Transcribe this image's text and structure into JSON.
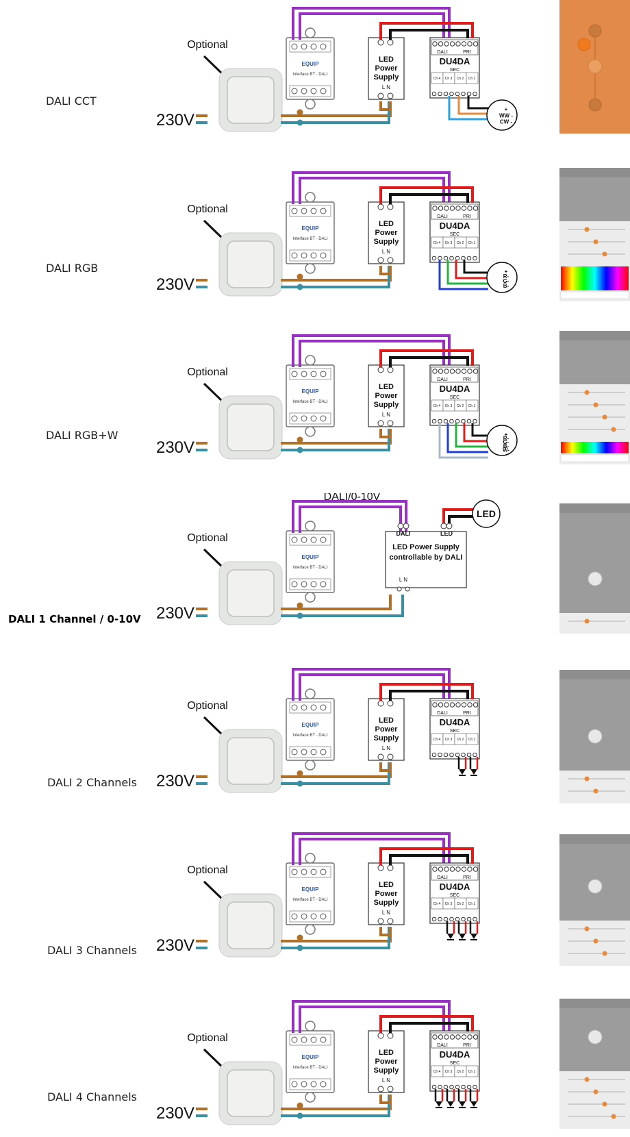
{
  "colors": {
    "purple": "#9a2fc5",
    "red": "#e01b1b",
    "black": "#111111",
    "brown": "#b0702a",
    "teal": "#3a8fa3",
    "orange": "#e9893a",
    "blue": "#1f3fd8",
    "green": "#22b43c",
    "lightblue": "#2aa3e0",
    "grey": "#a8b8c8"
  },
  "labels": {
    "optional": "Optional",
    "voltage": "230V",
    "psu_line1": "LED",
    "psu_line2": "Power",
    "psu_line3": "Supply",
    "psu_ln": "L N",
    "du_title": "DU4DA",
    "du_sec": "SEC",
    "du_dali": "DALI",
    "du_pri": "PRI",
    "du_ch4": "Ch 4",
    "du_ch3": "Ch 3",
    "du_ch2": "Ch 2",
    "du_ch1": "Ch 1",
    "ifc_brand": "EQUIP",
    "ifc_text": "Interface BT · DALI"
  },
  "rows": [
    {
      "label": "DALI CCT",
      "bold": false,
      "load": "cct",
      "load_text": [
        "+",
        "WW -",
        "CW -"
      ],
      "screen": "orange"
    },
    {
      "label": "DALI RGB",
      "bold": false,
      "load": "rgb",
      "load_text": [
        "+",
        "R-",
        "G-",
        "B-"
      ],
      "screen": "rgb"
    },
    {
      "label": "DALI RGB+W",
      "bold": false,
      "load": "rgbw",
      "load_text": [
        "+",
        "R-",
        "G-",
        "B-",
        "W-"
      ],
      "screen": "rgbw"
    },
    {
      "label": "DALI 1 Channel / 0-10V",
      "bold": true,
      "load": "dali",
      "load_text": [
        "LED"
      ],
      "screen": "single",
      "dali_title": "DALI/0-10V",
      "dali_psu": [
        "LED Power Supply",
        "controllable by DALI"
      ],
      "dali_term": "DALI",
      "dali_led": "LED"
    },
    {
      "label": "DALI 2 Channels",
      "bold": false,
      "load": "ch2",
      "load_text": [],
      "screen": "two"
    },
    {
      "label": "DALI 3 Channels",
      "bold": false,
      "load": "ch3",
      "load_text": [],
      "screen": "three"
    },
    {
      "label": "DALI 4 Channels",
      "bold": false,
      "load": "ch4",
      "load_text": [],
      "screen": "four"
    }
  ]
}
